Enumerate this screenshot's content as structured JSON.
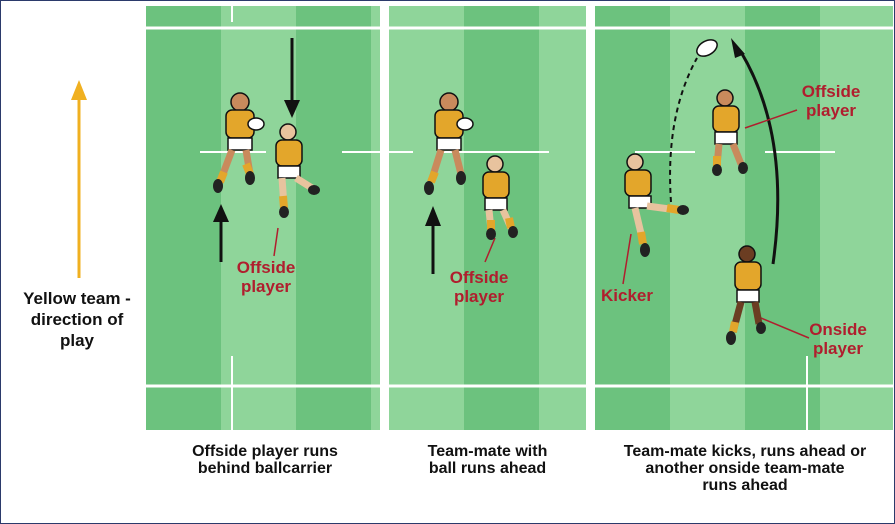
{
  "direction_label": {
    "line1": "Yellow team -",
    "line2": "direction of",
    "line3": "play"
  },
  "panels": [
    {
      "offside_label": {
        "line1": "Offside",
        "line2": "player"
      },
      "caption": {
        "line1": "Offside player runs",
        "line2": "behind ballcarrier"
      }
    },
    {
      "offside_label": {
        "line1": "Offside",
        "line2": "player"
      },
      "caption": {
        "line1": "Team-mate with",
        "line2": "ball runs ahead"
      }
    },
    {
      "offside_label": {
        "line1": "Offside",
        "line2": "player"
      },
      "kicker_label": "Kicker",
      "onside_label": {
        "line1": "Onside",
        "line2": "player"
      },
      "caption": {
        "line1": "Team-mate kicks, runs ahead or",
        "line2": "another onside team-mate",
        "line3": "runs ahead"
      }
    }
  ],
  "colors": {
    "pitch_dark": "#5cb871",
    "pitch_light": "#8fd59a",
    "jersey": "#e3a62b",
    "label_red": "#b01e2e",
    "arrow_yellow": "#f0b020"
  }
}
